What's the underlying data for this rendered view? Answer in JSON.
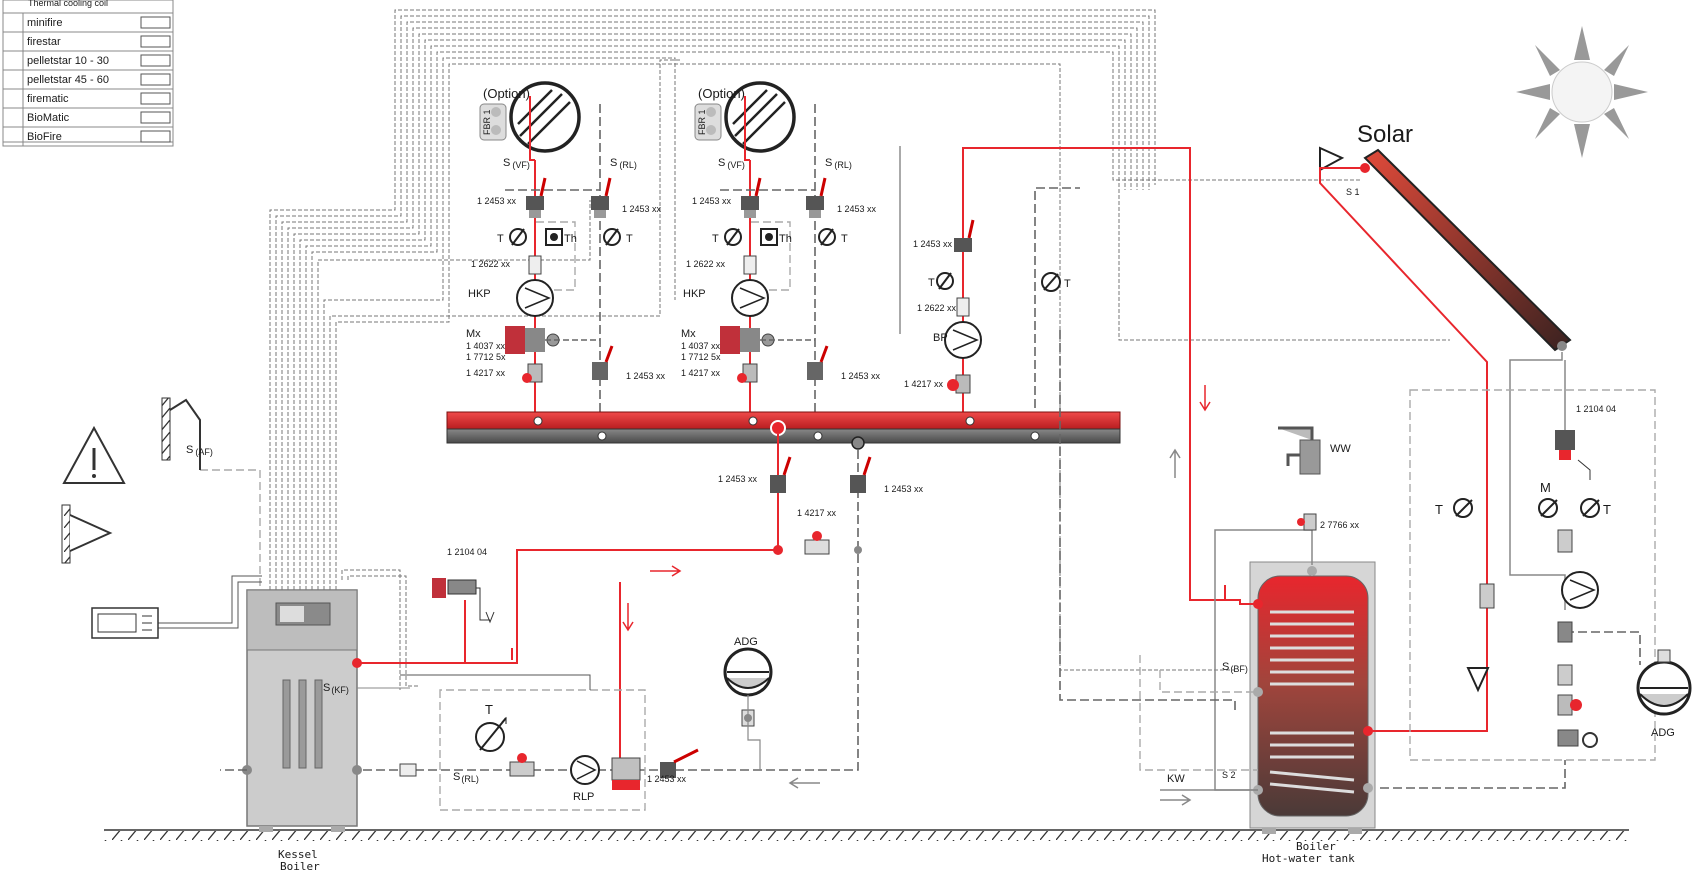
{
  "legend": {
    "title": "Thermal cooling coil",
    "items": [
      "minifire",
      "firestar",
      "pelletstar 10 - 30",
      "pelletstar 45 - 60",
      "firematic",
      "BioMatic",
      "BioFire"
    ]
  },
  "heating_circuits": [
    {
      "option_label": "(Option)",
      "fbr_label": "FBR 1",
      "sensor_vf": {
        "main": "S",
        "sub": "(VF)"
      },
      "sensor_rl": {
        "main": "S",
        "sub": "(RL)"
      },
      "valve_left_code": "1 2453 xx",
      "valve_right_code": "1 2453 xx",
      "temp_label": "T",
      "th_label": "Th",
      "temp_right_label": "T",
      "code_2622": "1 2622 xx",
      "pump_label": "HKP",
      "mixer_label": "Mx",
      "mixer_code_1": "1 4037 xx",
      "mixer_code_2": "1 7712 5x",
      "code_4217": "1 4217 xx",
      "return_valve_code": "1 2453 xx"
    },
    {
      "option_label": "(Option)",
      "fbr_label": "FBR 1",
      "sensor_vf": {
        "main": "S",
        "sub": "(VF)"
      },
      "sensor_rl": {
        "main": "S",
        "sub": "(RL)"
      },
      "valve_left_code": "1 2453 xx",
      "valve_right_code": "1 2453 xx",
      "temp_label": "T",
      "th_label": "Th",
      "temp_right_label": "T",
      "code_2622": "1 2622 xx",
      "pump_label": "HKP",
      "mixer_label": "Mx",
      "mixer_code_1": "1 4037 xx",
      "mixer_code_2": "1 7712 5x",
      "code_4217": "1 4217 xx",
      "return_valve_code": "1 2453 xx"
    }
  ],
  "boiler_pump_circuit": {
    "valve_code": "1 2453 xx",
    "temp_label": "T",
    "code_2622": "1 2622 xx",
    "pump_label": "BP",
    "code_4217": "1 4217 xx",
    "temp_right_label": "T"
  },
  "manifold_bottom": {
    "valve_left_code": "1 2453 xx",
    "valve_right_code": "1 2453 xx",
    "code_4217": "1 4217 xx"
  },
  "solar": {
    "title": "Solar",
    "sensor_label": "S 1",
    "safety_code": "1 2104 04",
    "temp_label_left": "T",
    "manometer_label": "M",
    "temp_label_right": "T",
    "adg_label": "ADG"
  },
  "outdoor_sensor": {
    "main": "S",
    "sub": "(AF)"
  },
  "boiler": {
    "safety_code": "1 2104 04",
    "sensor": {
      "main": "S",
      "sub": "(KF)"
    },
    "label_de": "Kessel",
    "label_en": "Boiler"
  },
  "return_group": {
    "temp_label": "T",
    "sensor": {
      "main": "S",
      "sub": "(RL)"
    },
    "pump_label": "RLP",
    "valve_code": "1 2453 xx"
  },
  "adg_main": "ADG",
  "tank": {
    "ww_label": "WW",
    "code_2766": "2 7766 xx",
    "sensor_bf": {
      "main": "S",
      "sub": "(BF)"
    },
    "sensor_s2": "S 2",
    "kw_label": "KW",
    "label_de": "Boiler",
    "label_en": "Hot-water tank"
  },
  "colors": {
    "flow": "#e8262d",
    "return": "#666666",
    "manifold_red": "#d8282a",
    "manifold_gray": "#6a6a6a"
  }
}
